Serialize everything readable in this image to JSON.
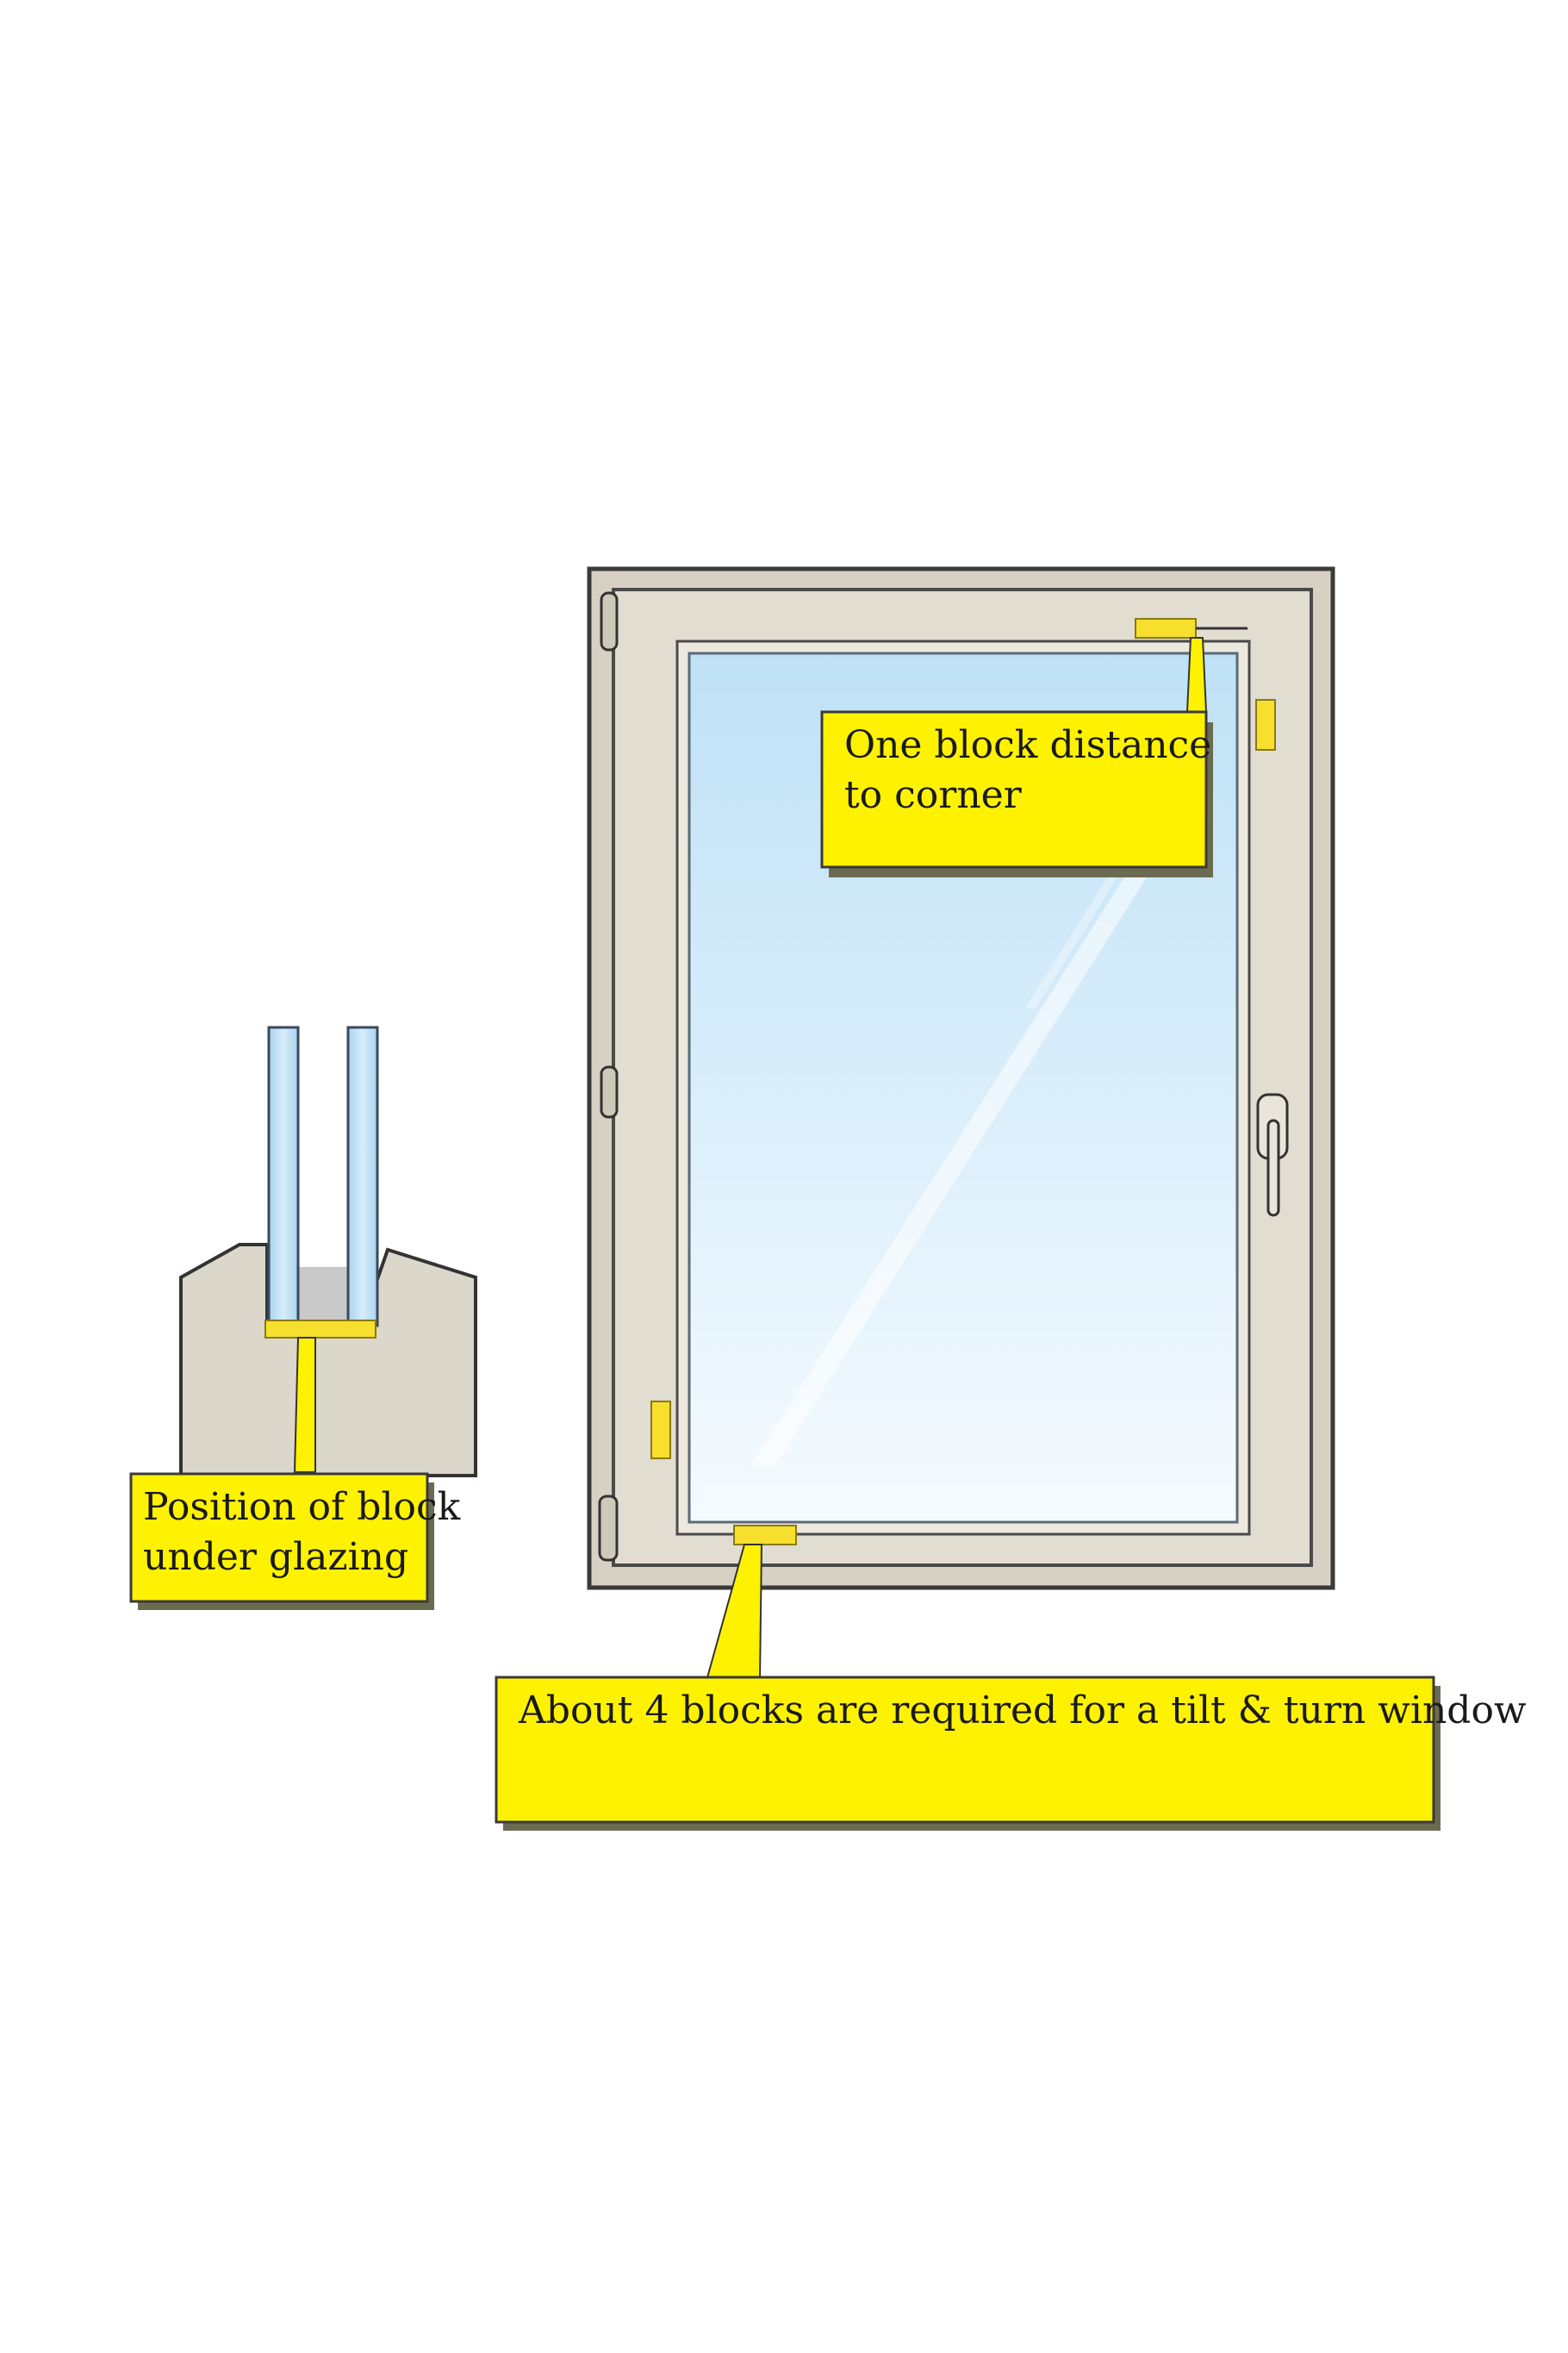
{
  "colors": {
    "background": "#ffffff",
    "frame": "#ddd8cb",
    "frame_outline": "#3a3a3a",
    "glass_top": "#c9e6f7",
    "glass_bottom": "#f4faff",
    "block": "#f7df2e",
    "callout_fill": "#fff200",
    "callout_shadow": "#6b6b52"
  },
  "icons": {
    "window": "tilt-and-turn-window-illustration",
    "handle": "window-handle-icon",
    "hinge": "hinge-icon",
    "section": "glazing-cross-section-illustration",
    "block": "glazing-block-icon"
  },
  "callouts": {
    "corner": {
      "text": "One block distance\nto corner"
    },
    "glazing": {
      "text": "Position of block\nunder glazing"
    },
    "window": {
      "text": "About 4 blocks are required for a tilt & turn window"
    }
  }
}
